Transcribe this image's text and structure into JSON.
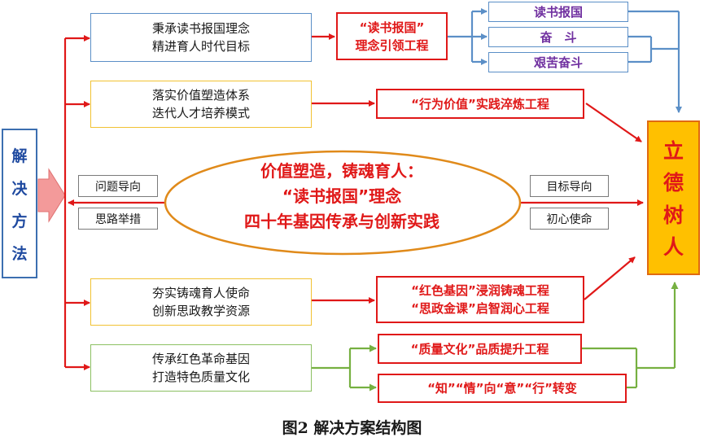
{
  "left_title": [
    "解",
    "决",
    "方",
    "法"
  ],
  "right_title": [
    "立",
    "德",
    "树",
    "人"
  ],
  "center": {
    "line1": "价值塑造，铸魂育人：",
    "line2": "“读书报国”理念",
    "line3": "四十年基因传承与创新实践"
  },
  "side_labels": {
    "left_top": "问题导向",
    "left_bottom": "思路举措",
    "right_top": "目标导向",
    "right_bottom": "初心使命"
  },
  "rows": [
    {
      "line1": "秉承读书报国理念",
      "line2": "精进育人时代目标"
    },
    {
      "line1": "落实价值塑造体系",
      "line2": "迭代人才培养模式"
    },
    {
      "line1": "夯实铸魂育人使命",
      "line2": "创新思政教学资源"
    },
    {
      "line1": "传承红色革命基因",
      "line2": "打造特色质量文化"
    }
  ],
  "projects": {
    "p1": {
      "line1": "“读书报国”",
      "line2": "理念引领工程"
    },
    "p2": "“行为价值”实践淬炼工程",
    "p3": {
      "line1": "“红色基因”浸润铸魂工程",
      "line2": "“思政金课”启智润心工程"
    },
    "p4": "“质量文化”品质提升工程",
    "p5": "“知”“情”向“意”“行”转变"
  },
  "sub_items": [
    "读书报国",
    "奋　斗",
    "艰苦奋斗"
  ],
  "caption": "图2 解决方案结构图",
  "colors": {
    "red": "#e01818",
    "blue": "#5b8fc7",
    "green": "#76b041",
    "gold": "#ffc000"
  }
}
